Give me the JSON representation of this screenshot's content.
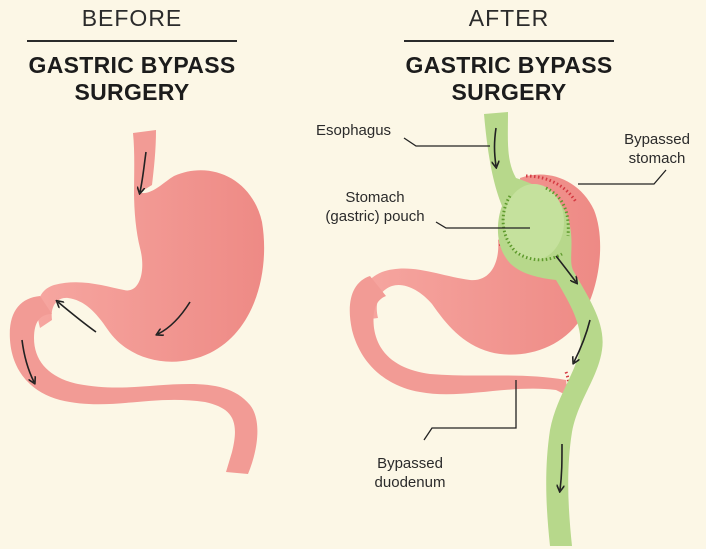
{
  "before": {
    "state": "BEFORE",
    "title_line1": "GASTRIC BYPASS",
    "title_line2": "SURGERY"
  },
  "after": {
    "state": "AFTER",
    "title_line1": "GASTRIC BYPASS",
    "title_line2": "SURGERY"
  },
  "labels": {
    "esophagus": "Esophagus",
    "pouch_line1": "Stomach",
    "pouch_line2": "(gastric) pouch",
    "bypassed_stomach_line1": "Bypassed",
    "bypassed_stomach_line2": "stomach",
    "bypassed_duodenum_line1": "Bypassed",
    "bypassed_duodenum_line2": "duodenum"
  },
  "colors": {
    "background": "#fcf7e6",
    "stomach": "#f2948f",
    "pouch_green": "#b7d88b",
    "staple_red": "#d43a42",
    "staple_green": "#5e9a2c",
    "arrow": "#222222"
  }
}
